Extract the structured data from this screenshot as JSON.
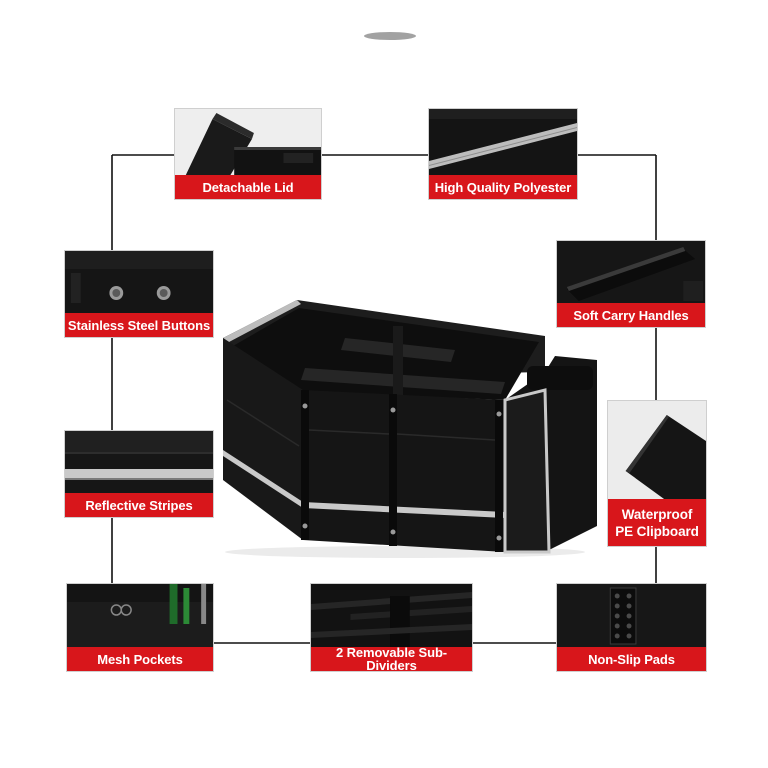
{
  "features": {
    "detachable_lid": "Detachable Lid",
    "high_quality_polyester": "High Quality Polyester",
    "stainless_steel_buttons": "Stainless Steel Buttons",
    "soft_carry_handles": "Soft Carry Handles",
    "reflective_stripes": "Reflective Stripes",
    "waterproof_line1": "Waterproof",
    "waterproof_line2": "PE Clipboard",
    "mesh_pockets": "Mesh Pockets",
    "sub_dividers": "2 Removable Sub-Dividers",
    "non_slip_pads": "Non-Slip Pads"
  },
  "colors": {
    "label_red": "#d8161b",
    "product_black": "#161616",
    "reflective_gray": "#c9c9c9",
    "connector": "#111111"
  }
}
